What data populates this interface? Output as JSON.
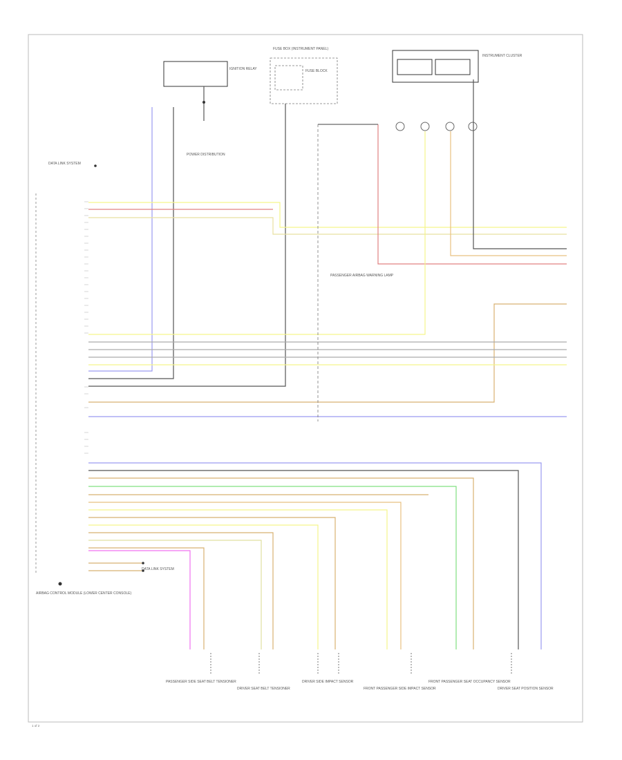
{
  "labels": {
    "ecm_block": "AIRBAG CONTROL MODULE (LOWER CENTER CONSOLE)",
    "fuse_box": "FUSE BOX (INSTRUMENT PANEL)",
    "ignition_relay": "IGNITION RELAY",
    "fuse_block": "FUSE BLOCK",
    "power_distribution": "POWER DISTRIBUTION",
    "dash_warn": "PASSENGER AIRBAG WARNING LAMP",
    "harness_top": "INSTRUMENT CLUSTER",
    "data_link": "DATA LINK SYSTEM",
    "data_link2": "DATA LINK SYSTEM",
    "comp_1": "PASSENGER SIDE SEAT BELT TENSIONER",
    "comp_2": "DRIVER SEAT BELT TENSIONER",
    "comp_3": "DRIVER SIDE IMPACT SENSOR",
    "comp_4": "FRONT PASSENGER SIDE IMPACT SENSOR",
    "comp_5": "FRONT PASSENGER SEAT OCCUPANCY SENSOR",
    "comp_6": "DRIVER SEAT POSITION SENSOR",
    "page_code": "1 of 2"
  },
  "wire_colors": {
    "yellow": "#f5f58a",
    "violet": "#9a9af0",
    "red": "#e08080",
    "gray": "#9a9a9a",
    "dark": "#555555",
    "brown": "#d8b070",
    "green": "#80e080",
    "magenta": "#f070f0",
    "orange": "#e8c080"
  }
}
